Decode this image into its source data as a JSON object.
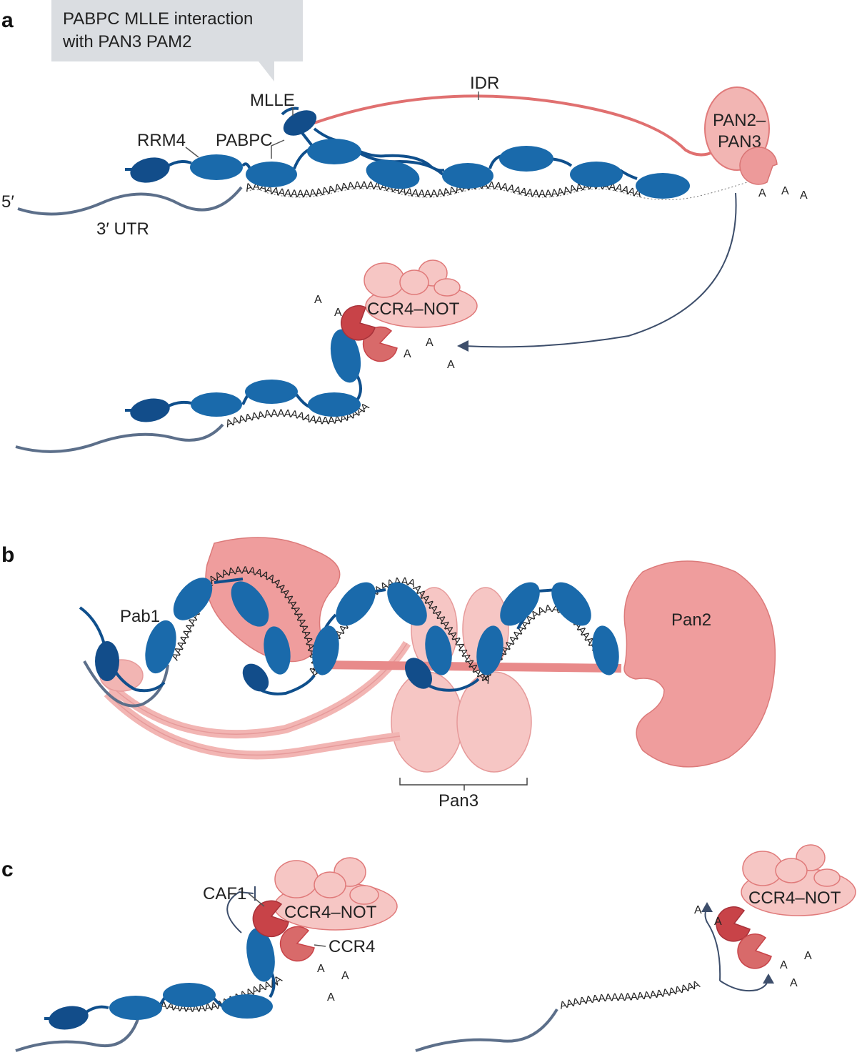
{
  "panels": {
    "a": "a",
    "b": "b",
    "c": "c"
  },
  "panel_a": {
    "callout": [
      "PABPC MLLE interaction",
      "with PAN3 PAM2"
    ],
    "mlle": "MLLE",
    "idr": "IDR",
    "rrm4": "RRM4",
    "pabpc": "PABPC",
    "pan2_pan3": [
      "PAN2–",
      "PAN3"
    ],
    "five_prime": "5′",
    "utr": "3′ UTR",
    "polyA_long": "AAAAAAAAAAAAAAAAAAAAAAAAAAAAAAAAAAAAAAAAAAAAAAAAAAAAAAAAAAAAAA",
    "polyA_short": "AAAAAAAAAAAAAAAAAAAAAAA",
    "ccr4_not": "CCR4–NOT",
    "free_a": "A"
  },
  "panel_b": {
    "pab1": "Pab1",
    "pan2": "Pan2",
    "pan3": "Pan3",
    "polyA": "AAAAAAAAAAAAAAAAAAAAAAAAAAAAAAAAAAAAAAAAAAAAAAAAAAAAAAAAAAAAAAAAAAAAAAAAAAAAAAAAAAAAAAAAAAAAAAAAAAAAAAAAAAAA"
  },
  "panel_c": {
    "caf1": "CAF1",
    "ccr4_not_left": "CCR4–NOT",
    "ccr4": "CCR4",
    "ccr4_not_right": "CCR4–NOT",
    "polyA_left": "AAAAAAAAAAAAAAAAAAAAAAA",
    "polyA_right": "AAAAAAAAAAAAAAAAAAAAAA",
    "free_a": "A"
  },
  "colors": {
    "pabpc_blue": "#1a6aab",
    "mlle_dark_blue": "#124d8a",
    "linker_blue": "#0f4f8c",
    "rna_gray": "#5c6f8a",
    "pan_pink": "#f2b5b3",
    "pan_dark_pink": "#e07a7a",
    "nuclease_red": "#c84348",
    "idr_red": "#e07070",
    "callout_gray": "#dadde1"
  }
}
